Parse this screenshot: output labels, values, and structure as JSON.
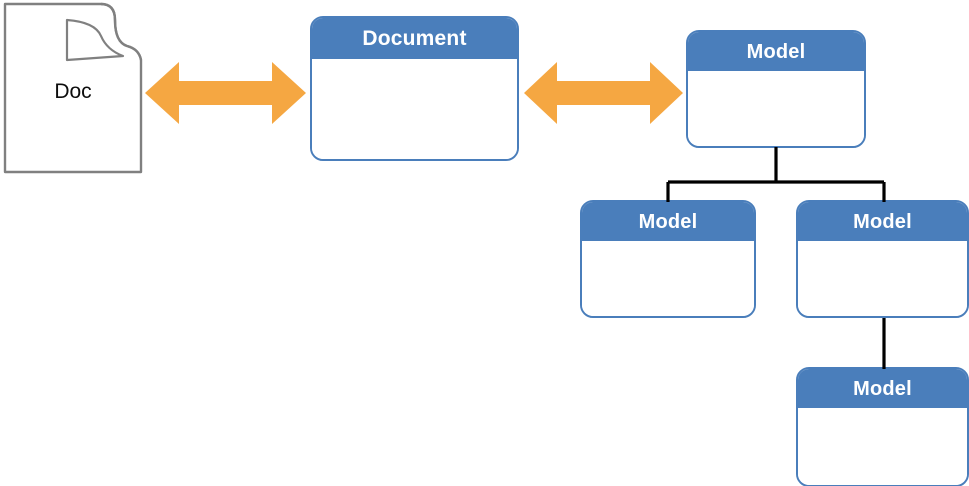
{
  "diagram": {
    "title": "Document to Model mapping diagram",
    "background": "#ffffff",
    "colors": {
      "node_header_blue": "#4a7ebb",
      "node_border_blue": "#4a7ebb",
      "node_body_white": "#ffffff",
      "arrow_orange": "#f5a742",
      "connector_black": "#000000",
      "doc_outline_gray": "#808080",
      "doc_text_black": "#0d0d0d",
      "header_text_white": "#ffffff"
    },
    "nodes": {
      "doc": {
        "label": "Doc",
        "shape": "document-page-folded-corner"
      },
      "document": {
        "header": "Document"
      },
      "model_root": {
        "header": "Model"
      },
      "model_child_left": {
        "header": "Model"
      },
      "model_child_right": {
        "header": "Model"
      },
      "model_grandchild": {
        "header": "Model"
      }
    },
    "arrows": [
      {
        "name": "doc-to-document",
        "type": "double-headed",
        "from": "doc",
        "to": "document",
        "color": "#f5a742"
      },
      {
        "name": "document-to-model",
        "type": "double-headed",
        "from": "document",
        "to": "model_root",
        "color": "#f5a742"
      }
    ],
    "connectors": [
      {
        "name": "model-root-to-children",
        "type": "orthogonal-tree",
        "from": "model_root",
        "to": [
          "model_child_left",
          "model_child_right"
        ],
        "color": "#000000"
      },
      {
        "name": "model-child-right-to-grandchild",
        "type": "straight-vertical",
        "from": "model_child_right",
        "to": "model_grandchild",
        "color": "#000000"
      }
    ]
  }
}
